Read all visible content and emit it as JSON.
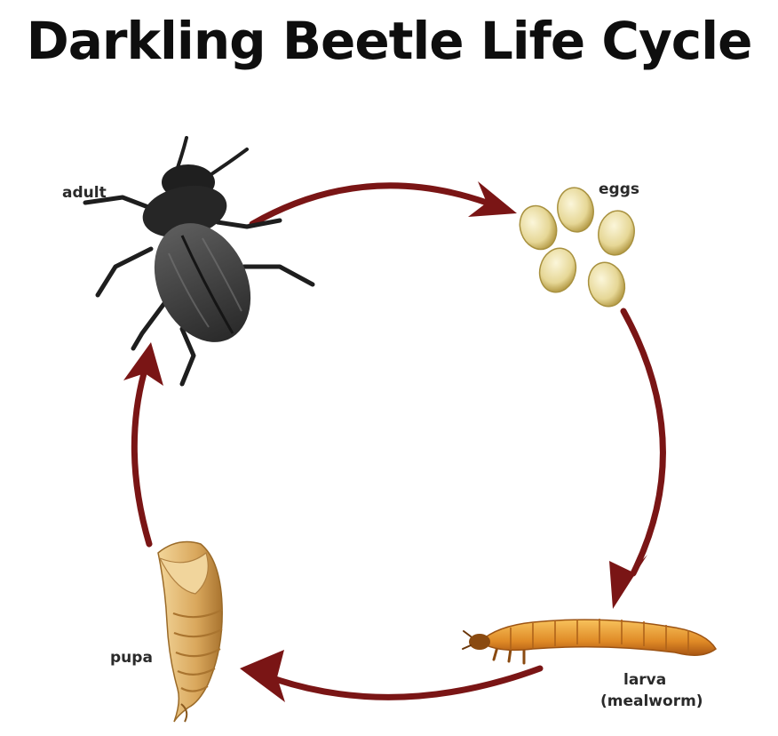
{
  "title": "Darkling Beetle Life Cycle",
  "colors": {
    "arrow": "#7a1515",
    "beetle": "#2b2b2b",
    "egg": "#eee3ad",
    "larva": "#e6962e",
    "pupa": "#dcb06a"
  },
  "stages": [
    {
      "id": "adult",
      "label": "adult",
      "icon": "beetle-icon"
    },
    {
      "id": "eggs",
      "label": "eggs",
      "icon": "eggs-icon"
    },
    {
      "id": "larva",
      "label": "larva",
      "sublabel": "(mealworm)",
      "icon": "mealworm-icon"
    },
    {
      "id": "pupa",
      "label": "pupa",
      "icon": "pupa-icon"
    }
  ],
  "cycle": [
    "adult",
    "eggs",
    "larva",
    "pupa",
    "adult"
  ]
}
